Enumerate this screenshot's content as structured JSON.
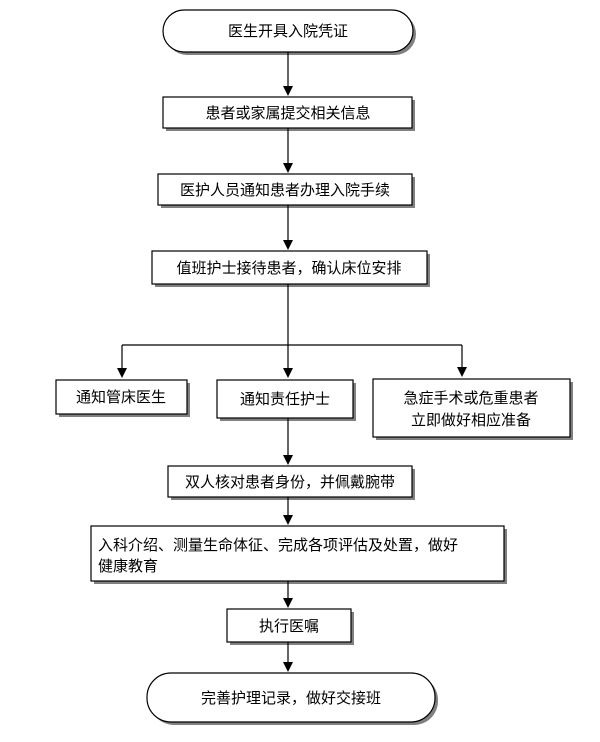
{
  "nodes": {
    "start": "医生开具入院凭证",
    "submit_info": "患者或家属提交相关信息",
    "notify_admission": "医护人员通知患者办理入院手续",
    "duty_nurse": "值班护士接待患者，确认床位安排",
    "notify_doctor": "通知管床医生",
    "notify_nurse": "通知责任护士",
    "emergency_line1": "急症手术或危重患者",
    "emergency_line2": "立即做好相应准备",
    "verify_identity": "双人核对患者身份，并佩戴腕带",
    "intro_line1": "入科介绍、测量生命体征、完成各项评估及处置，做好",
    "intro_line2": "健康教育",
    "execute_orders": "执行医嘱",
    "end": "完善护理记录，做好交接班"
  }
}
